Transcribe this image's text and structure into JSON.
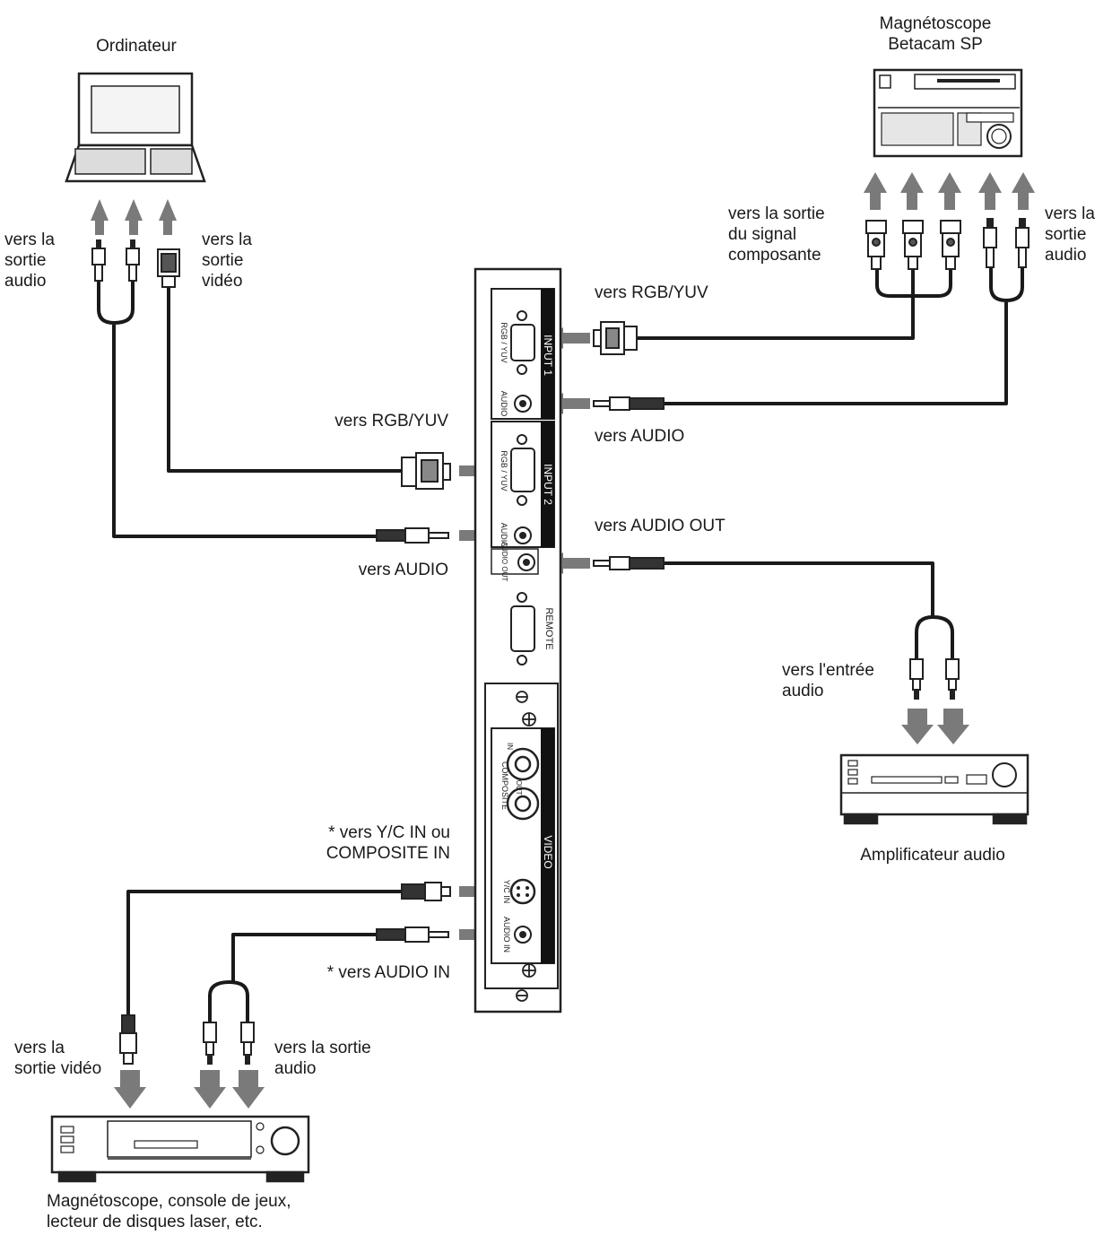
{
  "devices": {
    "computer": "Ordinateur",
    "betacam_vcr": "Magnétoscope\nBetacam SP",
    "audio_amplifier": "Amplificateur audio",
    "vcr_etc": "Magnétoscope, console de jeux,\nlecteur de disques laser, etc."
  },
  "labels": {
    "pc_audio_out": "vers la\nsortie\naudio",
    "pc_video_out": "vers la\nsortie\nvidéo",
    "beta_component_out": "vers la sortie\ndu signal\ncomposante",
    "beta_audio_out": "vers la\nsortie\naudio",
    "to_rgb_yuv_1": "vers RGB/YUV",
    "to_audio_1": "vers AUDIO",
    "to_rgb_yuv_2": "vers RGB/YUV",
    "to_audio_2": "vers AUDIO",
    "to_audio_out": "vers AUDIO OUT",
    "amp_audio_in": "vers l'entrée\naudio",
    "to_yc_composite_in": "* vers Y/C IN ou\nCOMPOSITE IN",
    "to_audio_in": "* vers AUDIO IN",
    "vcr_video_out": "vers la\nsortie vidéo",
    "vcr_audio_out": "vers la sortie\naudio"
  },
  "panel": {
    "input1": "INPUT 1",
    "input2": "INPUT 2",
    "rgb_yuv": "RGB / YUV",
    "audio": "AUDIO",
    "audio_out": "AUDIO OUT",
    "remote": "REMOTE",
    "video": "VIDEO",
    "composite": "COMPOSITE",
    "in": "IN",
    "out": "OUT",
    "yc_in": "Y/C IN",
    "audio_in": "AUDIO IN"
  },
  "colors": {
    "cable": "#1a1a1a",
    "arrow": "#7a7a7a",
    "outline": "#222222"
  }
}
